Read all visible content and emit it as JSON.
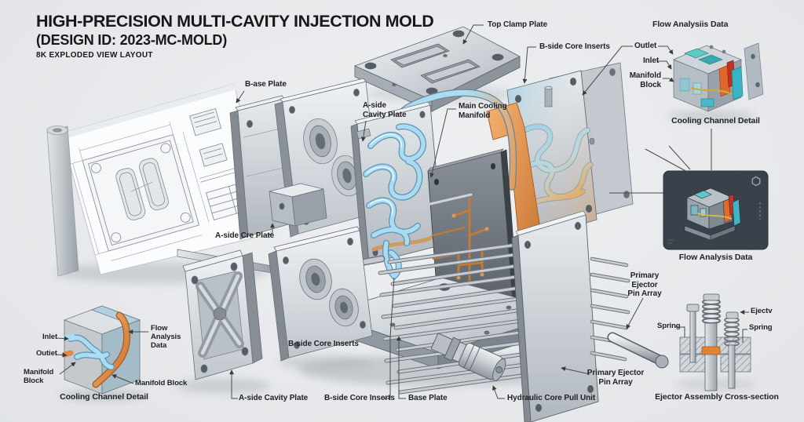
{
  "title": {
    "line1": "HIGH-PRECISION MULTI-CAVITY INJECTION MOLD",
    "line2": "(DESIGN ID: 2023-MC-MOLD)",
    "line3": "8K EXPLODED VIEW LAYOUT"
  },
  "labels": {
    "top_clamp_plate": "Top Clamp Plate",
    "b_side_core_inserts_top": "B-side Core Inserts",
    "flow_analysiis_data": "Flow Analysiis Data",
    "outlet_tr": "Outlet",
    "inlet_tr": "Inlet",
    "manifold_block_tr": "Manifold\nBlock",
    "cooling_channel_detail_tr": "Cooling Channel Detail",
    "b_ase_plate": "B-ase Plate",
    "a_side_cavity_plate_mid": "A-side\nCavity Plate",
    "main_cooling_manifold": "Main Cooling\nManifold",
    "a_side_cre_plate": "A-side Cre Plate",
    "flow_analysis_data_panel": "Flow Analysis Data",
    "primary_ejector_pin_array_right": "Primary\nEjector\nPin Array",
    "primary_ejector_pin_array_lower": "Primary Ejector\nPin Array",
    "inlet_bl": "Inlet",
    "outlet_bl": "Outiet",
    "manifold_block_bl_left": "Manifold\nBlock",
    "flow_analysis_data_bl": "Flow\nAnalysis\nData",
    "manifold_block_bl_right": "Manifold Block",
    "cooling_channel_detail_bl": "Cooling Channel Detail",
    "b_side_core_inserts_mid": "B-side Core Inserts",
    "a_side_cavity_plate_bottom": "A-side Cavity Plate",
    "b_side_core_inserts_bottom": "B-side Core Inserts",
    "base_plate_bottom": "Base Plate",
    "hydraulic_core_pull_unit": "Hydraulic Core Pull Unit",
    "spring_left": "Spring",
    "ejector_detail": "Ejectv",
    "spring_right": "Spring",
    "ejector_assembly_cross_section": "Ejector Assembly Cross-section"
  },
  "icons": {
    "hexagon": "hexagon-outline"
  },
  "colors": {
    "background": "#e3e5e8",
    "label_text": "#1f2124",
    "leader_line": "#4a4a4a",
    "coolant_blue": "#a9dcf2",
    "coolant_hot_orange": "#dd8f4a",
    "runner_copper": "#c87b33",
    "panel_dark": "#3a414a",
    "metal_light": "#e6eaed",
    "metal_dark": "#4c535a"
  }
}
